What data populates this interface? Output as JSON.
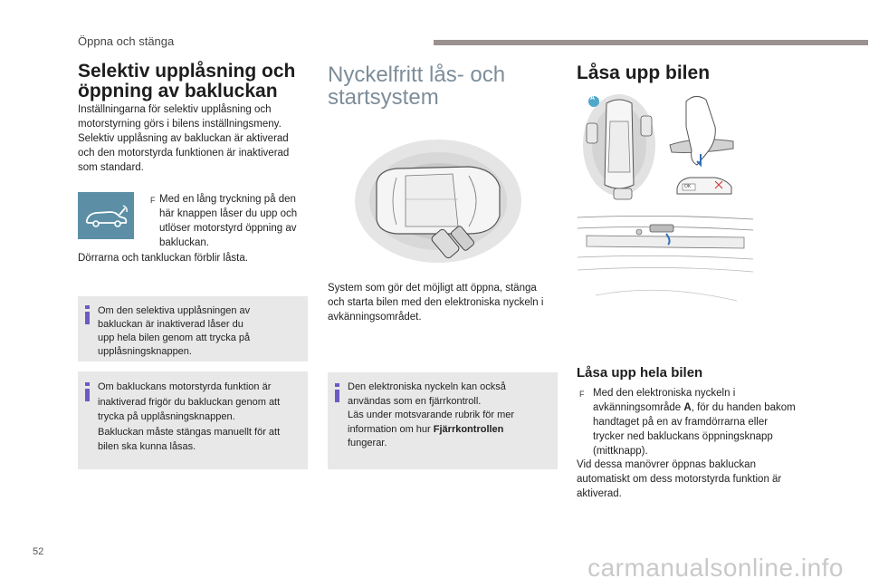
{
  "header": {
    "section": "Öppna och stänga"
  },
  "page_number": "52",
  "watermark": "carmanualsonline.info",
  "col1": {
    "title_line1": "Selektiv upplåsning och",
    "title_line2": "öppning av bakluckan",
    "intro": [
      "Inställningarna för selektiv upplåsning och",
      "motorstyrning görs i bilens inställningsmeny.",
      "Selektiv upplåsning av bakluckan är aktiverad",
      "och den motorstyrda funktionen är inaktiverad",
      "som standard."
    ],
    "bullet_mark": "F",
    "bullet_lines": [
      "Med en lång tryckning på den",
      "här knappen låser du upp och",
      "utlöser motorstyrd öppning av",
      "bakluckan."
    ],
    "after_bullet": "Dörrarna och tankluckan förblir låsta.",
    "note1": [
      "Om den selektiva upplåsningen av",
      "bakluckan är inaktiverad låser du",
      "upp hela bilen genom att trycka på",
      "upplåsningsknappen."
    ],
    "note2": [
      "Om bakluckans motorstyrda funktion är",
      "inaktiverad frigör du bakluckan genom att",
      "trycka på upplåsningsknappen.",
      "Bakluckan måste stängas manuellt för att",
      "bilen ska kunna låsas."
    ],
    "button_icon": "car-tailgate-icon"
  },
  "col2": {
    "title_line1": "Nyckelfritt lås- och",
    "title_line2": "startsystem",
    "intro": [
      "System som gör det möjligt att öppna, stänga",
      "och starta bilen med den elektroniska nyckeln i",
      "avkänningsområdet."
    ],
    "note": {
      "line1": "Den elektroniska nyckeln kan också",
      "line2": "användas som en fjärrkontroll.",
      "line3": "Läs under motsvarande rubrik för mer",
      "line4_prefix": "information om hur ",
      "line4_bold": "Fjärrkontrollen",
      "line5": "fungerar."
    }
  },
  "col3": {
    "title": "Låsa upp bilen",
    "figure_label_a": "A",
    "sub_title": "Låsa upp hela bilen",
    "bullet_mark": "F",
    "bullet_line1_prefix": "Med den elektroniska nyckeln i",
    "bullet_line2_prefix": "avkänningsområde ",
    "bullet_line2_bold": "A",
    "bullet_line2_suffix": ", för du handen bakom",
    "bullet_lines_rest": [
      "handtaget på en av framdörrarna eller",
      "trycker ned bakluckans öppningsknapp",
      "(mittknapp)."
    ],
    "after": [
      "Vid dessa manövrer öppnas bakluckan",
      "automatiskt om dess motorstyrda funktion är",
      "aktiverad."
    ],
    "ok_label": "OK"
  },
  "colors": {
    "note_bg": "#e8e8e8",
    "info_icon": "#6b5cc3",
    "header_bar": "#9a9290",
    "heading_light": "#7d8d99",
    "button_icon_bg": "#5c8fa6"
  }
}
